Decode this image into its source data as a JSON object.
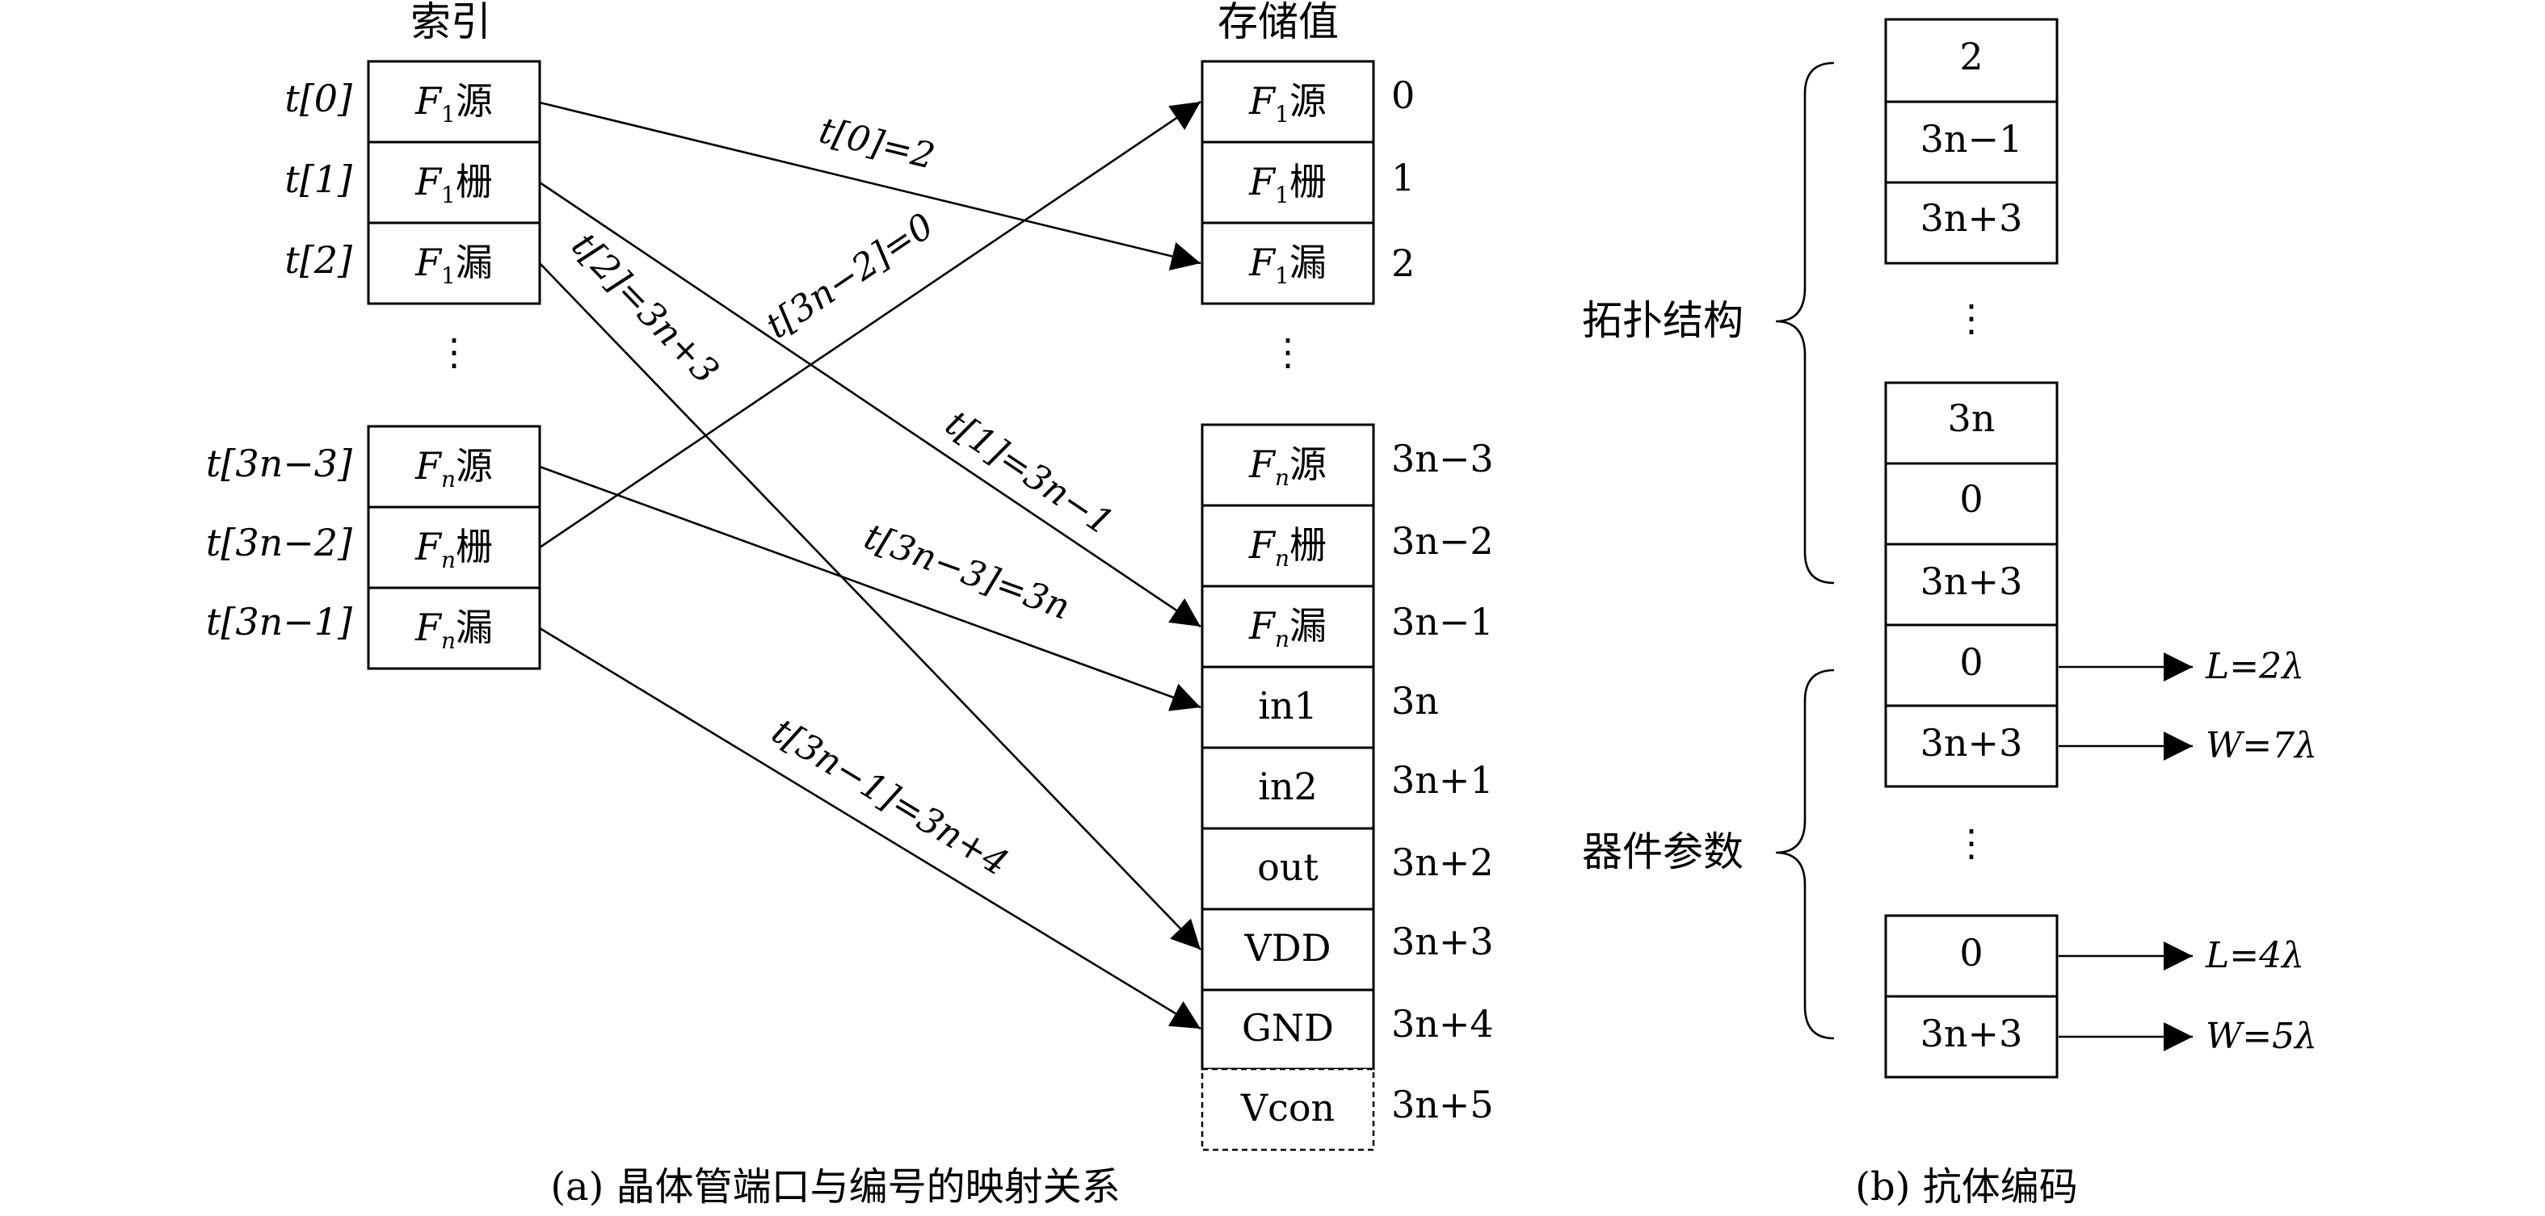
{
  "panel_a": {
    "index_header": "索引",
    "value_header": "存储值",
    "index_labels": [
      "t[0]",
      "t[1]",
      "t[2]",
      "t[3n−3]",
      "t[3n−2]",
      "t[3n−1]"
    ],
    "left_cells": [
      {
        "base": "F",
        "sub": "1",
        "tail": "源"
      },
      {
        "base": "F",
        "sub": "1",
        "tail": "栅"
      },
      {
        "base": "F",
        "sub": "1",
        "tail": "漏"
      },
      {
        "base": "F",
        "sub": "n",
        "tail": "源"
      },
      {
        "base": "F",
        "sub": "n",
        "tail": "栅"
      },
      {
        "base": "F",
        "sub": "n",
        "tail": "漏"
      }
    ],
    "right_top_cells": [
      {
        "base": "F",
        "sub": "1",
        "tail": "源"
      },
      {
        "base": "F",
        "sub": "1",
        "tail": "栅"
      },
      {
        "base": "F",
        "sub": "1",
        "tail": "漏"
      }
    ],
    "right_top_numbers": [
      "0",
      "1",
      "2"
    ],
    "right_bottom_cells": [
      {
        "base": "F",
        "sub": "n",
        "tail": "源"
      },
      {
        "base": "F",
        "sub": "n",
        "tail": "栅"
      },
      {
        "base": "F",
        "sub": "n",
        "tail": "漏"
      },
      {
        "text": "in1"
      },
      {
        "text": "in2"
      },
      {
        "text": "out"
      },
      {
        "text": "VDD"
      },
      {
        "text": "GND"
      },
      {
        "text": "Vcon"
      }
    ],
    "right_bottom_numbers": [
      "3n−3",
      "3n−2",
      "3n−1",
      "3n",
      "3n+1",
      "3n+2",
      "3n+3",
      "3n+4",
      "3n+5"
    ],
    "ellipsis": "⋮",
    "mappings": [
      {
        "label": "t[0]=2"
      },
      {
        "label": "t[1]=3n−1"
      },
      {
        "label": "t[2]=3n+3"
      },
      {
        "label": "t[3n−3]=3n"
      },
      {
        "label": "t[3n−2]=0"
      },
      {
        "label": "t[3n−1]=3n+4"
      }
    ],
    "caption": "(a) 晶体管端口与编号的映射关系"
  },
  "panel_b": {
    "group1_label": "拓扑结构",
    "group2_label": "器件参数",
    "topology_cells_top": [
      "2",
      "3n−1",
      "3n+3"
    ],
    "topology_cells_bottom": [
      "3n",
      "0",
      "3n+3"
    ],
    "param_cells_top": [
      "0",
      "3n+3"
    ],
    "param_cells_bottom": [
      "0",
      "3n+3"
    ],
    "param_arrows_top": [
      "L=2λ",
      "W=7λ"
    ],
    "param_arrows_bottom": [
      "L=4λ",
      "W=5λ"
    ],
    "ellipsis": "⋮",
    "caption": "(b) 抗体编码"
  }
}
